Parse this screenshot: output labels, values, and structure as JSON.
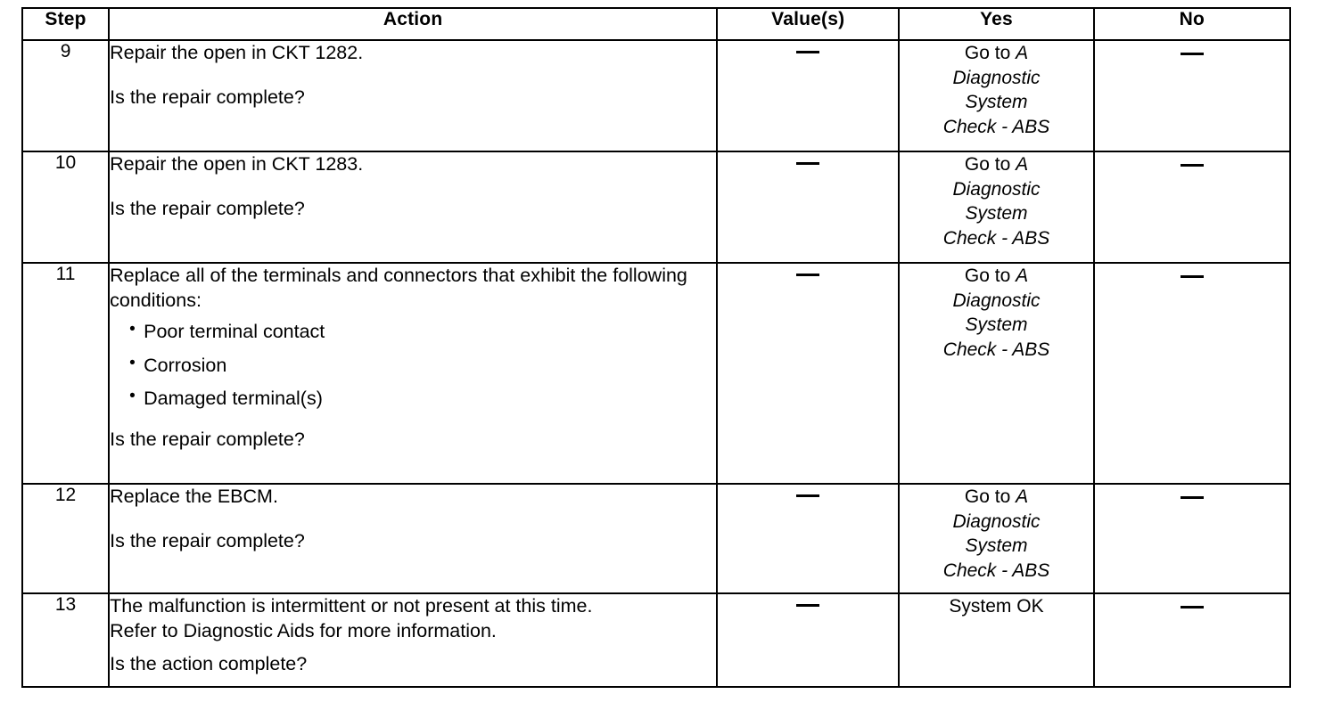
{
  "table": {
    "headers": {
      "step": "Step",
      "action": "Action",
      "value": "Value(s)",
      "yes": "Yes",
      "no": "No"
    },
    "common": {
      "dash": "—",
      "goto_lead": "Go to ",
      "goto_target_line1": "A",
      "goto_target_line2": "Diagnostic",
      "goto_target_line3": "System",
      "goto_target_line4": "Check - ABS",
      "system_ok": "System OK"
    },
    "rows": [
      {
        "step": "9",
        "action_line1": "Repair the open in CKT 1282.",
        "action_question": "Is the repair complete?",
        "value": "—",
        "yes_lead": "Go to ",
        "yes_italic_1": "A",
        "yes_italic_2": "Diagnostic",
        "yes_italic_3": "System",
        "yes_italic_4": "Check - ABS",
        "no": "—"
      },
      {
        "step": "10",
        "action_line1": "Repair the open in CKT 1283.",
        "action_question": "Is the repair complete?",
        "value": "—",
        "yes_lead": "Go to ",
        "yes_italic_1": "A",
        "yes_italic_2": "Diagnostic",
        "yes_italic_3": "System",
        "yes_italic_4": "Check - ABS",
        "no": "—"
      },
      {
        "step": "11",
        "action_line1": "Replace all of the terminals and connectors that exhibit the following conditions:",
        "bullets": [
          "Poor terminal contact",
          "Corrosion",
          "Damaged terminal(s)"
        ],
        "action_question": "Is the repair complete?",
        "value": "—",
        "yes_lead": "Go to ",
        "yes_italic_1": "A",
        "yes_italic_2": "Diagnostic",
        "yes_italic_3": "System",
        "yes_italic_4": "Check - ABS",
        "no": "—"
      },
      {
        "step": "12",
        "action_line1": "Replace the EBCM.",
        "action_question": "Is the repair complete?",
        "value": "—",
        "yes_lead": "Go to ",
        "yes_italic_1": "A",
        "yes_italic_2": "Diagnostic",
        "yes_italic_3": "System",
        "yes_italic_4": "Check - ABS",
        "no": "—"
      },
      {
        "step": "13",
        "action_line1": "The malfunction is intermittent or not present at this time.",
        "action_line2": "Refer to Diagnostic Aids for more information.",
        "action_question": "Is the action complete?",
        "value": "—",
        "yes_plain": "System OK",
        "no": "—"
      }
    ]
  },
  "bullet_glyph": "•"
}
